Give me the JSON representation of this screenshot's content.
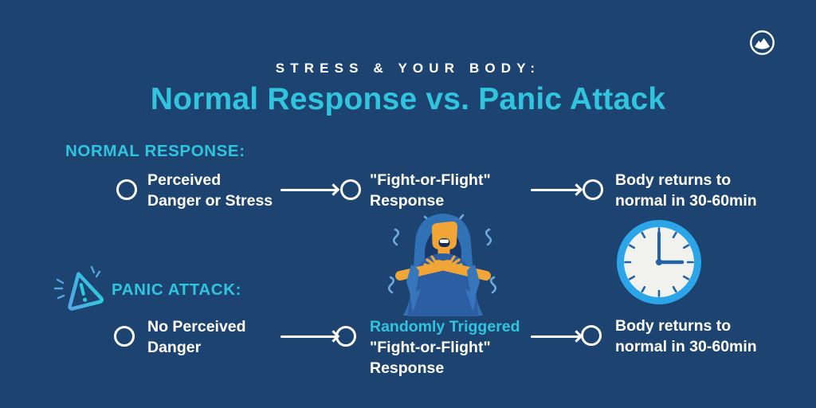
{
  "theme": {
    "background": "#1d4471",
    "accent_cyan": "#30c4de",
    "text_white": "#ffffff",
    "clock_ring_blue": "#2ba4e8",
    "clock_face": "#f1f2ed",
    "clock_hands_blue": "#2361a9",
    "illustration_orange": "#f2a537",
    "illustration_hair_blue": "#3171b5",
    "illustration_shirt_blue": "#2c5ea4",
    "squiggle_blue": "#6fa9dc",
    "warning_gradient": [
      "#53a6e6",
      "#2ec9dc"
    ]
  },
  "logo": {
    "icon": "mountain-in-circle"
  },
  "header": {
    "kicker": "STRESS & YOUR BODY:",
    "title": "Normal Response vs. Panic Attack"
  },
  "normal_section": {
    "label": "NORMAL RESPONSE:",
    "steps": [
      {
        "line1": "Perceived",
        "line2": "Danger or Stress"
      },
      {
        "line1": "\"Fight-or-Flight\"",
        "line2": "Response"
      },
      {
        "line1": "Body returns to",
        "line2": "normal in 30-60min"
      }
    ]
  },
  "panic_section": {
    "label": "PANIC ATTACK:",
    "icon": "warning-triangle",
    "steps": [
      {
        "line1": "No Perceived",
        "line2": "Danger"
      },
      {
        "highlight": "Randomly Triggered",
        "line1": "\"Fight-or-Flight\"",
        "line2": "Response"
      },
      {
        "line1": "Body returns to",
        "line2": "normal in 30-60min"
      }
    ]
  },
  "illustrations": {
    "person": "person-having-panic-attack",
    "clock": "clock-showing-3-oclock"
  }
}
